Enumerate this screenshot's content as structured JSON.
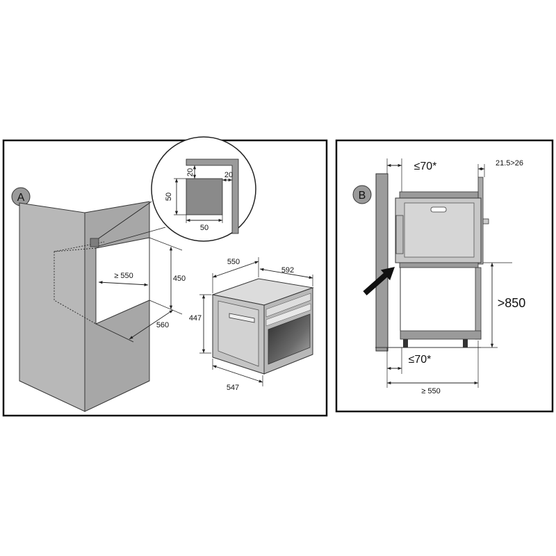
{
  "panel_a": {
    "label": "A",
    "detail": {
      "top_gap": "20",
      "side_gap": "20",
      "height": "50",
      "width": "50"
    },
    "niche": {
      "width": "≥ 550",
      "height": "450",
      "depth": "560"
    },
    "oven": {
      "top_left_edge": "550",
      "top_right_edge": "592",
      "height": "447",
      "bottom_edge": "547"
    }
  },
  "panel_b": {
    "label": "B",
    "top_clearance": "≤70*",
    "side_gap": "21.5>26",
    "height": ">850",
    "bottom_clearance": "≤70*",
    "depth": "≥ 550"
  },
  "colors": {
    "frame": "#111111",
    "cabinet_light": "#b8b8b8",
    "cabinet_dark": "#a7a7a7",
    "arrow": "#111111"
  }
}
